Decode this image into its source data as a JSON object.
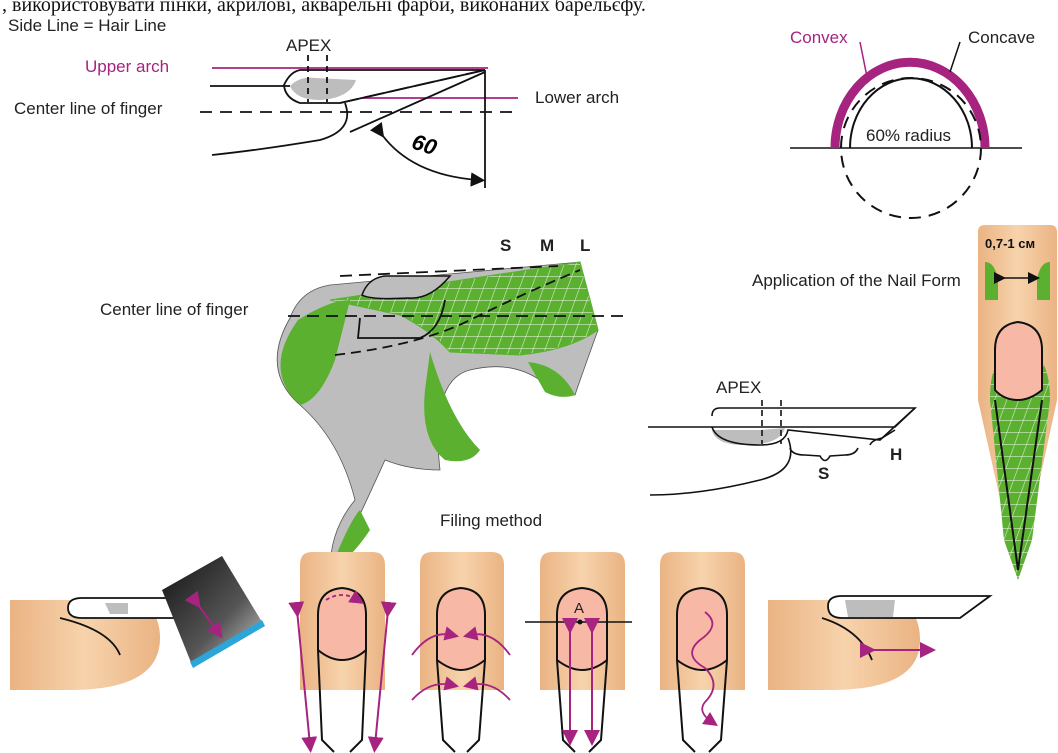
{
  "top_caption": ", використовувати пінки, акрилові, акварельні фарби, виконаних барельєфу.",
  "side_line": "Side Line = Hair Line",
  "profile": {
    "apex": "APEX",
    "upper_arch": "Upper arch",
    "lower_arch": "Lower arch",
    "center_line": "Center line of finger",
    "angle": "60"
  },
  "curve": {
    "convex": "Convex",
    "concave": "Concave",
    "radius": "60% radius"
  },
  "form": {
    "center_line": "Center line of finger",
    "s": "S",
    "m": "M",
    "l": "L"
  },
  "application": {
    "title": "Application of the Nail Form",
    "gap": "0,7-1 см"
  },
  "stress": {
    "apex": "APEX",
    "s": "S",
    "h": "H"
  },
  "filing": {
    "title": "Filing method",
    "point_a": "A"
  },
  "colors": {
    "magenta": "#a6237f",
    "green": "#5bb030",
    "skin": "#f2c79b",
    "nail_pink": "#f7b8a6",
    "gray": "#bdbdbd",
    "file_blue": "#2aa6d8"
  }
}
